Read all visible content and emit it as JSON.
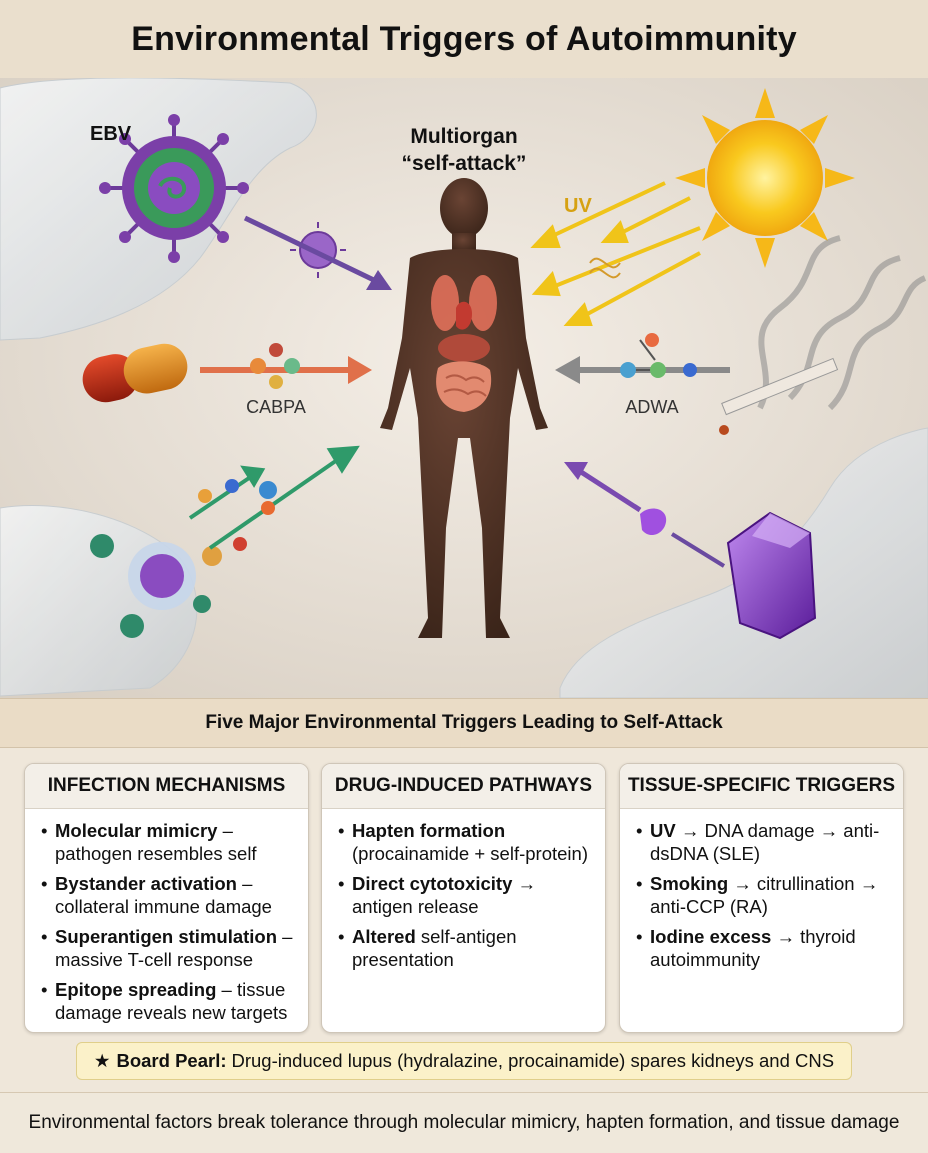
{
  "title": "Environmental Triggers of Autoimmunity",
  "scene": {
    "ebv_label": "EBV",
    "center_label_line1": "Multiorgan",
    "center_label_line2": "“self-attack”",
    "uv_label": "UV",
    "drug_label": "CABPA",
    "smoke_label": "ADWA"
  },
  "subtitle": "Five Major Environmental Triggers Leading to Self-Attack",
  "panels": [
    {
      "heading": "INFECTION MECHANISMS",
      "items": [
        {
          "bold": "Molecular mimicry",
          "text": " – pathogen resembles self"
        },
        {
          "bold": "Bystander activation",
          "text": " – collateral immune damage"
        },
        {
          "bold": "Superantigen stimulation",
          "text": " – massive T-cell response"
        },
        {
          "bold": "Epitope spreading",
          "text": " – tissue damage reveals new targets"
        }
      ]
    },
    {
      "heading": "DRUG-INDUCED PATHWAYS",
      "items": [
        {
          "bold": "Hapten formation",
          "text": " (procainamide + self-protein)"
        },
        {
          "bold": "Direct cytotoxicity",
          "text": " → antigen release"
        },
        {
          "bold": "Altered",
          "text": " self-antigen presentation"
        }
      ]
    },
    {
      "heading": "TISSUE-SPECIFIC TRIGGERS",
      "items": [
        {
          "bold": "UV",
          "text": " → DNA damage → anti-dsDNA (SLE)"
        },
        {
          "bold": "Smoking",
          "text": " → citrullination → anti-CCP (RA)"
        },
        {
          "bold": "Iodine excess",
          "text": " → thyroid autoimmunity"
        }
      ]
    }
  ],
  "pearl": {
    "star": "★",
    "label": "Board Pearl:",
    "text": "Drug-induced lupus (hydralazine, procainamide) spares kidneys and CNS"
  },
  "footer": "Environmental factors break tolerance through molecular mimicry, hapten formation, and tissue damage",
  "colors": {
    "virus_purple": "#7b3fa8",
    "virus_green": "#3a9a5a",
    "sun_yellow": "#f6c21a",
    "uv_arrow": "#f0c419",
    "drug_arrow": "#e0704a",
    "smoke_arrow": "#8a8a8a",
    "crystal_purple": "#8a3fd0",
    "immune_arrow": "#2f9a6a",
    "body_brown": "#4a2f22"
  }
}
